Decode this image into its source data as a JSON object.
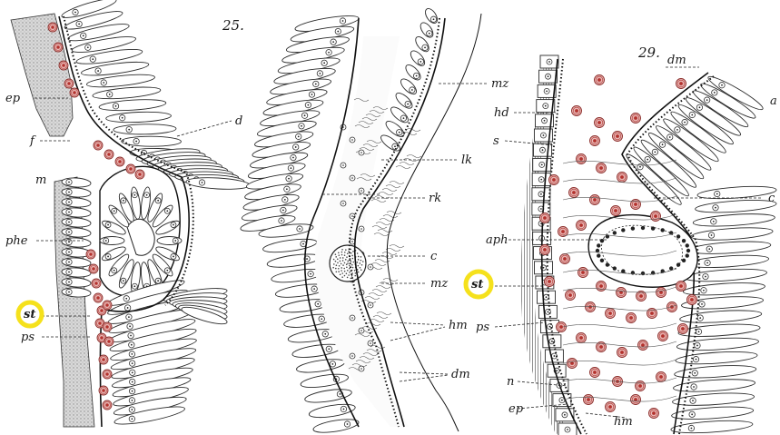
{
  "figures": [
    {
      "number": "25."
    },
    {
      "number": "29."
    }
  ],
  "labels": {
    "fig25": [
      "ep",
      "f",
      "m",
      "phe",
      "st",
      "ps",
      "d"
    ],
    "fig_middle": [
      "mz",
      "lk",
      "rk",
      "c",
      "mz",
      "hm",
      "dm"
    ],
    "fig29": [
      "dm",
      "a",
      "hd",
      "s",
      "c",
      "aph",
      "st",
      "ps",
      "n",
      "ep",
      "hm"
    ]
  },
  "highlight_color": "#f5e11c",
  "nucleus_color": "#b3322d"
}
